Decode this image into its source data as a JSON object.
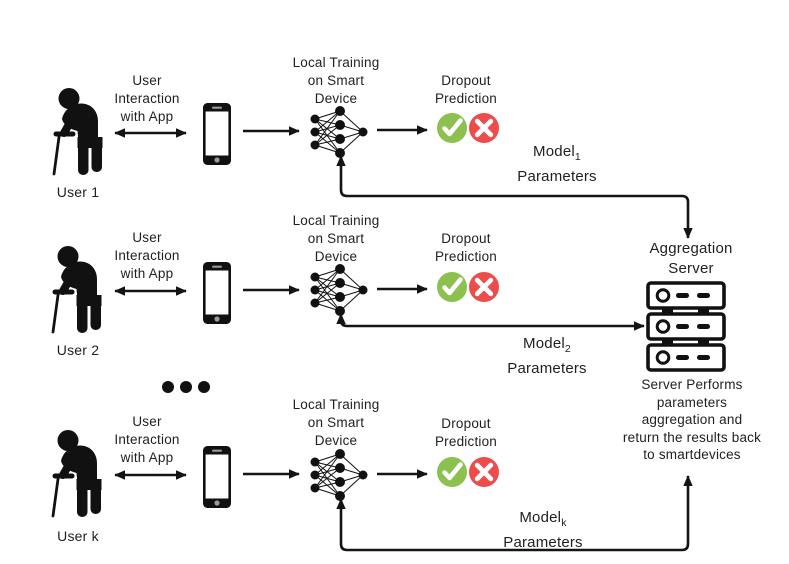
{
  "users": [
    {
      "name": "User 1",
      "interaction": [
        "User",
        "Interaction",
        "with App"
      ],
      "training": [
        "Local Training",
        "on Smart",
        "Device"
      ],
      "prediction": [
        "Dropout",
        "Prediction"
      ],
      "model": {
        "base": "Model",
        "sub": "1",
        "line2": "Parameters"
      }
    },
    {
      "name": "User 2",
      "interaction": [
        "User",
        "Interaction",
        "with App"
      ],
      "training": [
        "Local Training",
        "on Smart",
        "Device"
      ],
      "prediction": [
        "Dropout",
        "Prediction"
      ],
      "model": {
        "base": "Model",
        "sub": "2",
        "line2": "Parameters"
      }
    },
    {
      "name": "User k",
      "interaction": [
        "User",
        "Interaction",
        "with App"
      ],
      "training": [
        "Local Training",
        "on Smart",
        "Device"
      ],
      "prediction": [
        "Dropout",
        "Prediction"
      ],
      "model": {
        "base": "Model",
        "sub": "k",
        "line2": "Parameters"
      }
    }
  ],
  "server": {
    "title": [
      "Aggregation",
      "Server"
    ],
    "description": [
      "Server Performs",
      "parameters",
      "aggregation and",
      "return the results back",
      "to smartdevices"
    ]
  },
  "icons": {
    "person": "elderly-person-with-cane-icon",
    "phone": "smartphone-icon",
    "network": "neural-network-icon",
    "check": "check-circle-icon",
    "cross": "cross-circle-icon",
    "server": "server-rack-icon",
    "ellipsis": "ellipsis-icon"
  },
  "colors": {
    "check_green": "#8cc04f",
    "cross_red": "#ed4c4c",
    "line_black": "#141414",
    "text": "#1f1f1f"
  }
}
